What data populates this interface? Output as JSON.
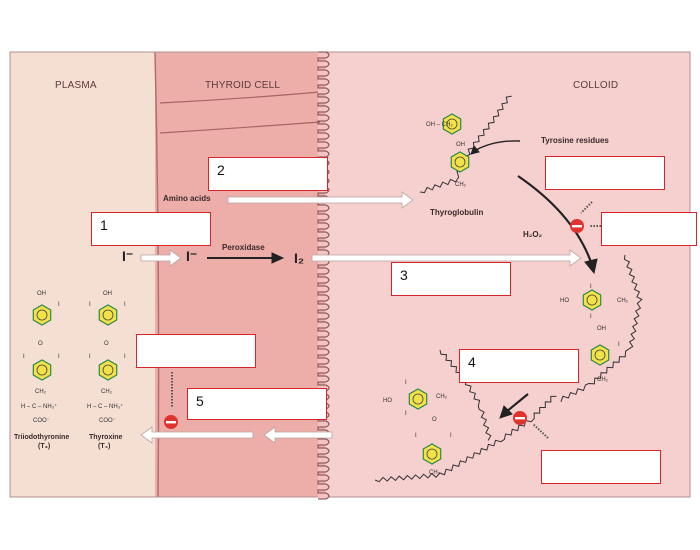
{
  "regions": {
    "plasma": "PLASMA",
    "thyroid_cell": "THYROID CELL",
    "colloid": "COLLOID"
  },
  "labels": {
    "amino_acids": "Amino acids",
    "peroxidase": "Peroxidase",
    "thyroglobulin": "Thyroglobulin",
    "tyrosine_residues": "Tyrosine residues",
    "h2o2": "H₂O₂",
    "iodide_1": "I⁻",
    "iodide_2": "I⁻",
    "iodine": "I₂",
    "t3_name": "Triiodothyronine",
    "t3_abbr": "(T₃)",
    "t4_name": "Thyroxine",
    "t4_abbr": "(T₄)",
    "oh": "OH",
    "ho": "HO",
    "ch2": "CH₂",
    "h_c_nh3": "H – C – NH₃⁺",
    "coo": "COO⁻",
    "o": "O",
    "i": "I",
    "oh_ch2": "OH – CH₂"
  },
  "answer_boxes": [
    {
      "id": "1",
      "number": "1"
    },
    {
      "id": "2",
      "number": "2"
    },
    {
      "id": "3",
      "number": "3"
    },
    {
      "id": "4",
      "number": "4"
    },
    {
      "id": "5",
      "number": "5"
    },
    {
      "id": "6",
      "number": ""
    },
    {
      "id": "7",
      "number": ""
    },
    {
      "id": "8",
      "number": ""
    },
    {
      "id": "9",
      "number": ""
    }
  ],
  "colors": {
    "plasma_bg": "#f5dfd3",
    "cell_bg": "#edaeaa",
    "colloid_bg": "#f6cfcf",
    "box_border": "#d9242b",
    "inhibit_red": "#e0332f",
    "ring_fill": "#f2e24a",
    "ring_stroke": "#2f8a4a",
    "arrow_white": "#ffffff",
    "arrow_dark": "#222222"
  },
  "icons": {
    "inhibitor": "minus-circle-icon"
  }
}
